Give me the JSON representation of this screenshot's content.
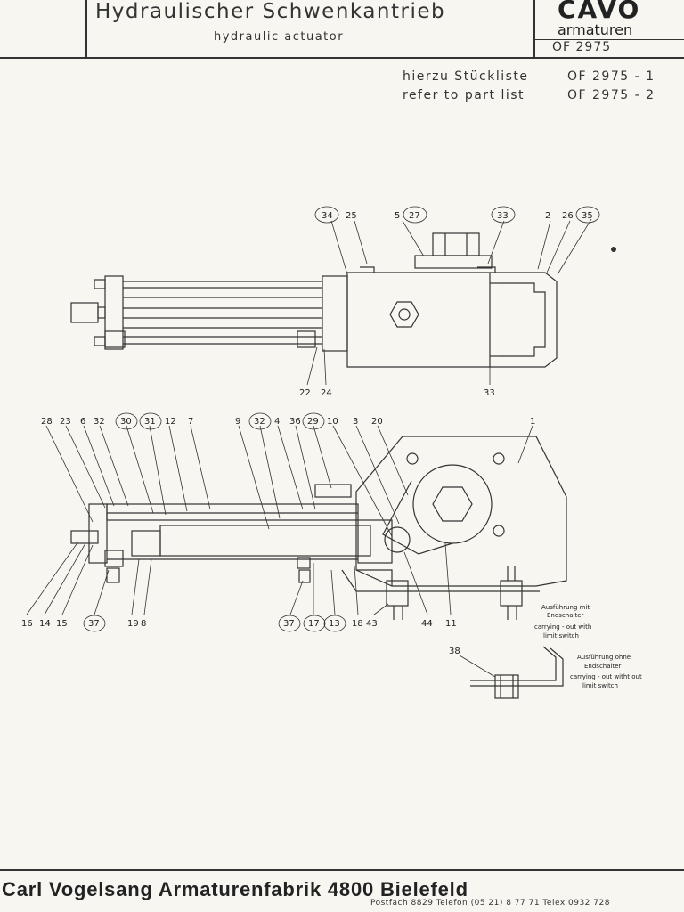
{
  "title_block": {
    "title_de": "Hydraulischer Schwenkantrieb",
    "title_en": "hydraulic actuator",
    "brand": "CAVO",
    "brand_sub": "armaturen",
    "doc_number": "OF 2975"
  },
  "references": {
    "ref1_label": "hierzu Stückliste",
    "ref1_number": "OF 2975 - 1",
    "ref2_label": "refer to part list",
    "ref2_number": "OF 2975 - 2"
  },
  "top_view_callouts": [
    "34",
    "25",
    "5",
    "27",
    "33",
    "2",
    "26",
    "35",
    "22",
    "24",
    "33"
  ],
  "section_view_callouts_top": [
    "28",
    "23",
    "6",
    "32",
    "30",
    "31",
    "12",
    "7",
    "9",
    "32",
    "4",
    "36",
    "29",
    "10",
    "3",
    "20",
    "1"
  ],
  "section_view_callouts_bottom": [
    "16",
    "14",
    "15",
    "37",
    "19",
    "8",
    "37",
    "17",
    "13",
    "18",
    "43",
    "44",
    "11"
  ],
  "detail_callout": "38",
  "notes": {
    "with_switch": [
      "Ausführung mit",
      "Endschalter",
      "carrying - out with",
      "limit switch"
    ],
    "without_switch": [
      "Ausführung ohne",
      "Endschalter",
      "carrying - out witht out",
      "limit switch"
    ]
  },
  "footer": {
    "company": "Carl Vogelsang Armaturenfabrik  4800 Bielefeld",
    "address": "Postfach 8829   Telefon (05 21) 8 77 71   Telex 0932 728"
  }
}
